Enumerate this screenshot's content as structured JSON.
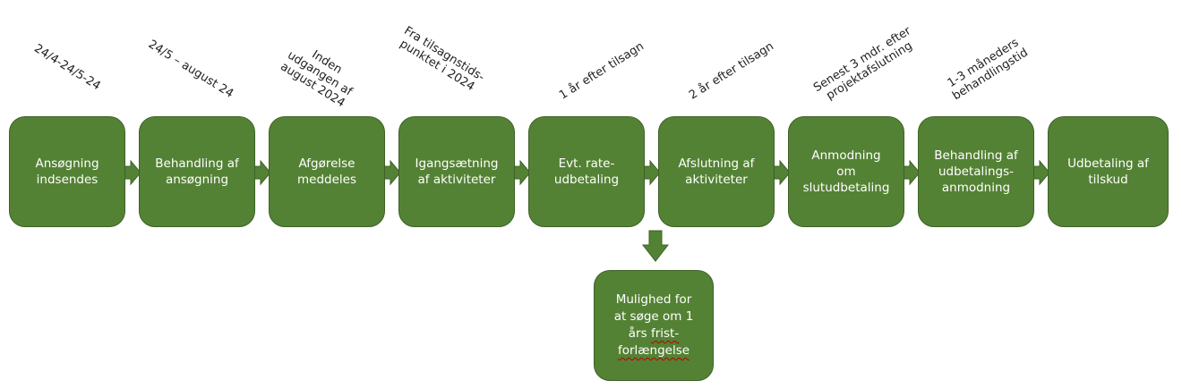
{
  "colors": {
    "box_fill": "#548235",
    "box_border": "#3d6126",
    "text": "#ffffff",
    "label": "#222222"
  },
  "steps": [
    {
      "label": "Ansøgning\nindsendes",
      "timing": "24/4-24/5-24"
    },
    {
      "label": "Behandling af\nansøgning",
      "timing": "24/5 – august 24"
    },
    {
      "label": "Afgørelse\nmeddeles",
      "timing": "Inden\nudgangen af\naugust 2024"
    },
    {
      "label": "Igangsætning\naf aktiviteter",
      "timing": "Fra tilsagnstids-\npunktet i 2024"
    },
    {
      "label": "Evt. rate-\nudbetaling",
      "timing": "1 år efter tilsagn"
    },
    {
      "label": "Afslutning af\naktiviteter",
      "timing": "2 år efter tilsagn"
    },
    {
      "label": "Anmodning\nom\nslutudbetaling",
      "timing": "Senest 3 mdr. efter\nprojektafslutning"
    },
    {
      "label": "Behandling af\nudbetalings-\nanmodning",
      "timing": "1-3 måneders\nbehandlingstid"
    },
    {
      "label": "Udbetaling af\ntilskud",
      "timing": ""
    }
  ],
  "branch": {
    "line1": "Mulighed for",
    "line2": "at søge om 1",
    "line3_a": "års ",
    "line3_b": "frist-",
    "line4": "forlængelse"
  }
}
